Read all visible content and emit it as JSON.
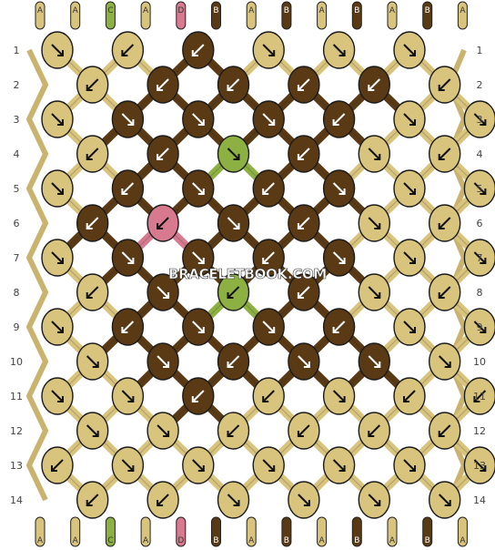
{
  "watermark": "BRACELETBOOK.COM",
  "colors": {
    "A": "#d9c47e",
    "B": "#5a3a15",
    "C": "#8db043",
    "D": "#d77a90"
  },
  "strand_order": [
    "A",
    "A",
    "C",
    "A",
    "D",
    "B",
    "A",
    "B",
    "A",
    "B",
    "A",
    "B",
    "A"
  ],
  "row_labels": [
    "1",
    "2",
    "3",
    "4",
    "5",
    "6",
    "7",
    "8",
    "9",
    "10",
    "11",
    "12",
    "13",
    "14"
  ],
  "rows": [
    {
      "row": 1,
      "knots": [
        {
          "c": "A",
          "d": "se"
        },
        {
          "c": "A",
          "d": "sw"
        },
        {
          "c": "B",
          "d": "sw"
        },
        {
          "c": "A",
          "d": "se"
        },
        {
          "c": "A",
          "d": "se"
        },
        {
          "c": "A",
          "d": "se"
        }
      ]
    },
    {
      "row": 2,
      "knots": [
        {
          "c": "A",
          "d": "sw"
        },
        {
          "c": "B",
          "d": "sw"
        },
        {
          "c": "B",
          "d": "sw"
        },
        {
          "c": "B",
          "d": "sw"
        },
        {
          "c": "B",
          "d": "sw"
        },
        {
          "c": "A",
          "d": "sw"
        }
      ]
    },
    {
      "row": 3,
      "knots": [
        {
          "c": "A",
          "d": "se"
        },
        {
          "c": "B",
          "d": "se"
        },
        {
          "c": "B",
          "d": "se"
        },
        {
          "c": "B",
          "d": "se"
        },
        {
          "c": "B",
          "d": "sw"
        },
        {
          "c": "A",
          "d": "se"
        },
        {
          "c": "A",
          "d": "se"
        }
      ]
    },
    {
      "row": 4,
      "knots": [
        {
          "c": "A",
          "d": "sw"
        },
        {
          "c": "B",
          "d": "sw"
        },
        {
          "c": "C",
          "d": "se"
        },
        {
          "c": "B",
          "d": "sw"
        },
        {
          "c": "A",
          "d": "se"
        },
        {
          "c": "A",
          "d": "sw"
        }
      ]
    },
    {
      "row": 5,
      "knots": [
        {
          "c": "A",
          "d": "se"
        },
        {
          "c": "B",
          "d": "sw"
        },
        {
          "c": "B",
          "d": "se"
        },
        {
          "c": "B",
          "d": "sw"
        },
        {
          "c": "B",
          "d": "se"
        },
        {
          "c": "A",
          "d": "se"
        },
        {
          "c": "A",
          "d": "se"
        }
      ]
    },
    {
      "row": 6,
      "knots": [
        {
          "c": "B",
          "d": "sw"
        },
        {
          "c": "D",
          "d": "sw"
        },
        {
          "c": "B",
          "d": "se"
        },
        {
          "c": "B",
          "d": "sw"
        },
        {
          "c": "A",
          "d": "se"
        },
        {
          "c": "A",
          "d": "sw"
        }
      ]
    },
    {
      "row": 7,
      "knots": [
        {
          "c": "A",
          "d": "se"
        },
        {
          "c": "B",
          "d": "se"
        },
        {
          "c": "B",
          "d": "se"
        },
        {
          "c": "B",
          "d": "sw"
        },
        {
          "c": "B",
          "d": "se"
        },
        {
          "c": "A",
          "d": "se"
        },
        {
          "c": "A",
          "d": "se"
        }
      ]
    },
    {
      "row": 8,
      "knots": [
        {
          "c": "A",
          "d": "sw"
        },
        {
          "c": "B",
          "d": "se"
        },
        {
          "c": "C",
          "d": "sw"
        },
        {
          "c": "B",
          "d": "sw"
        },
        {
          "c": "A",
          "d": "se"
        },
        {
          "c": "A",
          "d": "sw"
        }
      ]
    },
    {
      "row": 9,
      "knots": [
        {
          "c": "A",
          "d": "se"
        },
        {
          "c": "B",
          "d": "sw"
        },
        {
          "c": "B",
          "d": "se"
        },
        {
          "c": "B",
          "d": "se"
        },
        {
          "c": "B",
          "d": "sw"
        },
        {
          "c": "A",
          "d": "se"
        },
        {
          "c": "A",
          "d": "se"
        }
      ]
    },
    {
      "row": 10,
      "knots": [
        {
          "c": "A",
          "d": "se"
        },
        {
          "c": "B",
          "d": "se"
        },
        {
          "c": "B",
          "d": "sw"
        },
        {
          "c": "B",
          "d": "se"
        },
        {
          "c": "B",
          "d": "se"
        },
        {
          "c": "A",
          "d": "se"
        }
      ]
    },
    {
      "row": 11,
      "knots": [
        {
          "c": "A",
          "d": "se"
        },
        {
          "c": "A",
          "d": "se"
        },
        {
          "c": "B",
          "d": "sw"
        },
        {
          "c": "A",
          "d": "sw"
        },
        {
          "c": "A",
          "d": "se"
        },
        {
          "c": "A",
          "d": "sw"
        },
        {
          "c": "A",
          "d": "sw"
        }
      ]
    },
    {
      "row": 12,
      "knots": [
        {
          "c": "A",
          "d": "se"
        },
        {
          "c": "A",
          "d": "se"
        },
        {
          "c": "A",
          "d": "sw"
        },
        {
          "c": "A",
          "d": "sw"
        },
        {
          "c": "A",
          "d": "sw"
        },
        {
          "c": "A",
          "d": "sw"
        }
      ]
    },
    {
      "row": 13,
      "knots": [
        {
          "c": "A",
          "d": "sw"
        },
        {
          "c": "A",
          "d": "se"
        },
        {
          "c": "A",
          "d": "se"
        },
        {
          "c": "A",
          "d": "se"
        },
        {
          "c": "A",
          "d": "se"
        },
        {
          "c": "A",
          "d": "se"
        },
        {
          "c": "A",
          "d": "se"
        }
      ]
    },
    {
      "row": 14,
      "knots": [
        {
          "c": "A",
          "d": "sw"
        },
        {
          "c": "A",
          "d": "sw"
        },
        {
          "c": "A",
          "d": "se"
        },
        {
          "c": "A",
          "d": "se"
        },
        {
          "c": "A",
          "d": "se"
        },
        {
          "c": "A",
          "d": "se"
        }
      ]
    }
  ]
}
